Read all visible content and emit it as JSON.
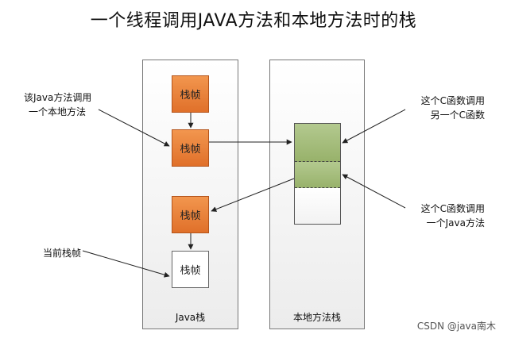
{
  "title": "一个线程调用JAVA方法和本地方法时的栈",
  "java_stack": {
    "label": "Java栈",
    "frames": [
      "栈帧",
      "栈帧",
      "栈帧",
      "栈帧"
    ]
  },
  "native_stack": {
    "label": "本地方法栈"
  },
  "annotations": {
    "java_calls_native_line1": "该Java方法调用",
    "java_calls_native_line2": "一个本地方法",
    "c_calls_c_line1": "这个C函数调用",
    "c_calls_c_line2": "另一个C函数",
    "c_calls_java_line1": "这个C函数调用",
    "c_calls_java_line2": "一个Java方法",
    "current_frame": "当前栈帧"
  },
  "watermark": "CSDN @java南木",
  "colors": {
    "orange_frame": "#e0702a",
    "green_frame": "#98b26b",
    "arrow": "#222222"
  }
}
